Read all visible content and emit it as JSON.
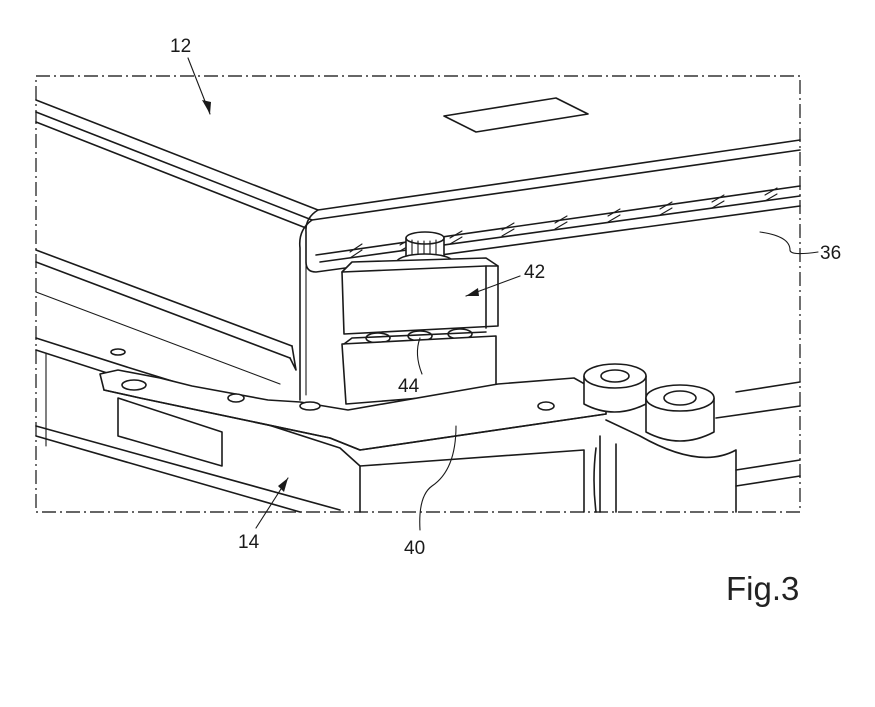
{
  "figure": {
    "label": "Fig.3",
    "reference_numerals": {
      "housing_top": "12",
      "housing_bottom": "14",
      "side_wall": "36",
      "plate": "40",
      "connector": "42",
      "contacts": "44"
    }
  }
}
